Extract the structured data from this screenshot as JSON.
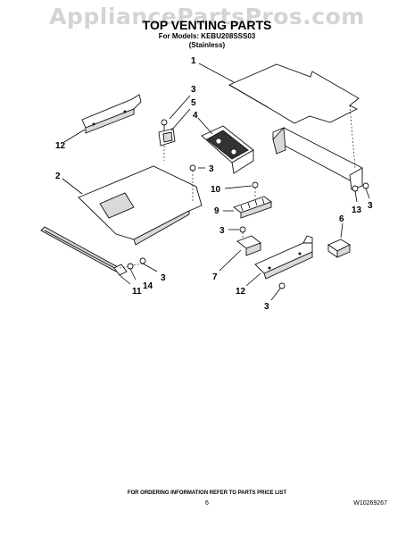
{
  "watermark": "AppliancePartsPros.com",
  "header": {
    "title": "TOP VENTING PARTS",
    "models": "For Models: KEBU208SSS03",
    "finish": "(Stainless)"
  },
  "callouts": [
    {
      "id": "c1",
      "label": "1"
    },
    {
      "id": "c3a",
      "label": "3"
    },
    {
      "id": "c5",
      "label": "5"
    },
    {
      "id": "c4",
      "label": "4"
    },
    {
      "id": "c12a",
      "label": "12"
    },
    {
      "id": "c2",
      "label": "2"
    },
    {
      "id": "c3b",
      "label": "3"
    },
    {
      "id": "c10",
      "label": "10"
    },
    {
      "id": "c9",
      "label": "9"
    },
    {
      "id": "c13",
      "label": "13"
    },
    {
      "id": "c3c",
      "label": "3"
    },
    {
      "id": "c6",
      "label": "6"
    },
    {
      "id": "c3d",
      "label": "3"
    },
    {
      "id": "c7",
      "label": "7"
    },
    {
      "id": "c12b",
      "label": "12"
    },
    {
      "id": "c3e",
      "label": "3"
    },
    {
      "id": "c14",
      "label": "14"
    },
    {
      "id": "c3f",
      "label": "3"
    },
    {
      "id": "c11",
      "label": "11"
    }
  ],
  "footer": {
    "note": "FOR ORDERING INFORMATION REFER TO PARTS PRICE LIST",
    "page": "6",
    "part_number": "W10269267"
  }
}
